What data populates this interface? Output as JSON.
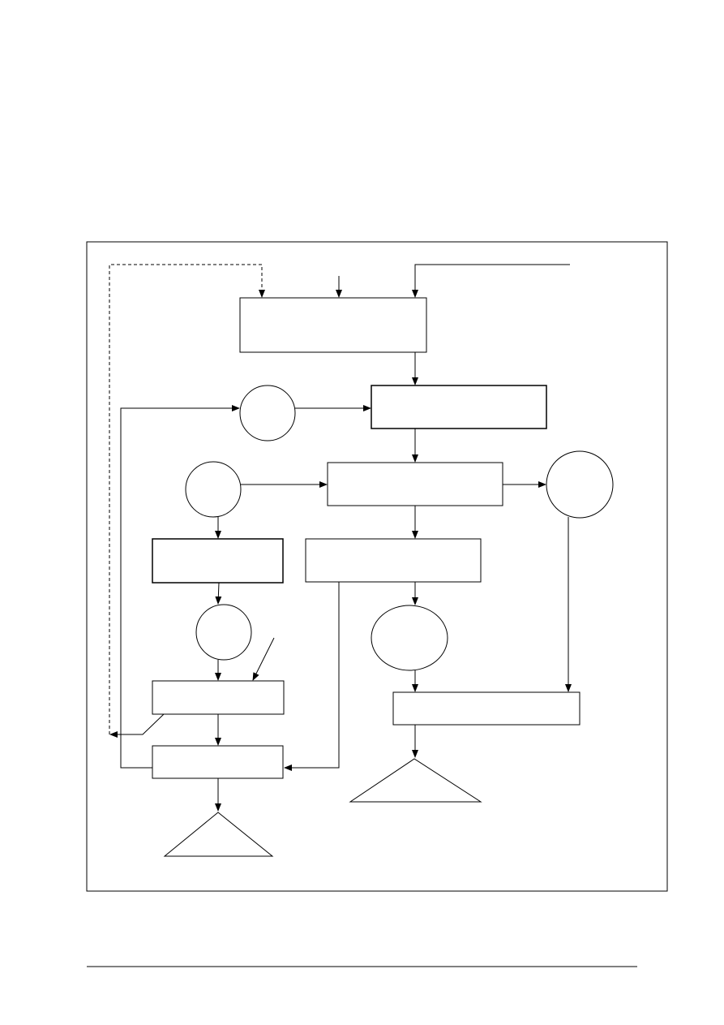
{
  "diagram": {
    "stroke_color": "#000000",
    "background_color": "#ffffff",
    "nodes": [
      {
        "id": "box-top",
        "shape": "box",
        "label": ""
      },
      {
        "id": "box-2",
        "shape": "box",
        "label": ""
      },
      {
        "id": "circle-1",
        "shape": "circle",
        "label": ""
      },
      {
        "id": "circle-2",
        "shape": "circle",
        "label": ""
      },
      {
        "id": "box-3",
        "shape": "box",
        "label": ""
      },
      {
        "id": "circle-3",
        "shape": "circle",
        "label": ""
      },
      {
        "id": "box-left-1",
        "shape": "box",
        "label": ""
      },
      {
        "id": "box-mid-1",
        "shape": "box",
        "label": ""
      },
      {
        "id": "circle-left",
        "shape": "circle",
        "label": ""
      },
      {
        "id": "ellipse-mid",
        "shape": "ellipse",
        "label": ""
      },
      {
        "id": "box-left-2",
        "shape": "box",
        "label": ""
      },
      {
        "id": "box-right-bottom",
        "shape": "box",
        "label": ""
      },
      {
        "id": "box-left-3",
        "shape": "box",
        "label": ""
      },
      {
        "id": "triangle-left",
        "shape": "triangle",
        "label": ""
      },
      {
        "id": "triangle-mid",
        "shape": "triangle",
        "label": ""
      }
    ],
    "edges": [
      {
        "from": "box-left-2",
        "to": "box-top",
        "style": "dashed"
      },
      {
        "from": "",
        "to": "box-top",
        "style": "solid"
      },
      {
        "from": "",
        "to": "box-top",
        "style": "solid"
      },
      {
        "from": "box-top",
        "to": "box-2",
        "style": "solid"
      },
      {
        "from": "circle-1",
        "to": "box-2",
        "style": "solid"
      },
      {
        "from": "box-left-3",
        "to": "circle-1",
        "style": "solid"
      },
      {
        "from": "box-2",
        "to": "box-3",
        "style": "solid"
      },
      {
        "from": "circle-2",
        "to": "box-3",
        "style": "solid"
      },
      {
        "from": "box-3",
        "to": "circle-3",
        "style": "solid"
      },
      {
        "from": "circle-2",
        "to": "box-left-1",
        "style": "solid"
      },
      {
        "from": "box-3",
        "to": "box-mid-1",
        "style": "solid"
      },
      {
        "from": "box-left-1",
        "to": "circle-left",
        "style": "solid"
      },
      {
        "from": "box-mid-1",
        "to": "ellipse-mid",
        "style": "solid"
      },
      {
        "from": "circle-left",
        "to": "box-left-2",
        "style": "solid"
      },
      {
        "from": "",
        "to": "box-left-2",
        "style": "solid"
      },
      {
        "from": "ellipse-mid",
        "to": "box-right-bottom",
        "style": "solid"
      },
      {
        "from": "circle-3",
        "to": "box-right-bottom",
        "style": "solid"
      },
      {
        "from": "box-left-2",
        "to": "box-left-3",
        "style": "solid"
      },
      {
        "from": "box-mid-1",
        "to": "box-left-3",
        "style": "solid"
      },
      {
        "from": "box-left-3",
        "to": "triangle-left",
        "style": "solid"
      },
      {
        "from": "box-right-bottom",
        "to": "triangle-mid",
        "style": "solid"
      }
    ]
  }
}
